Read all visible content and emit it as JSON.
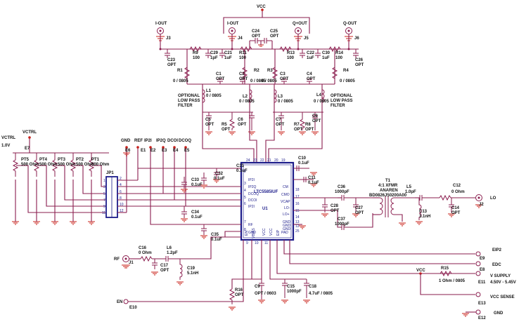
{
  "nets": {
    "vcc_top": "VCC",
    "vcc_right": "VCC"
  },
  "connectors": {
    "j3": {
      "name": "I-OUT",
      "ref": "J3"
    },
    "j4": {
      "name": "I-OUT",
      "ref": "J4"
    },
    "j5": {
      "name": "Q+OUT",
      "ref": "J5"
    },
    "j6": {
      "name": "Q-OUT",
      "ref": "J6"
    },
    "j1": {
      "name": "RF",
      "ref": "J1"
    },
    "j2": {
      "name": "LO",
      "ref": "J2"
    }
  },
  "vctrl": {
    "name": "VCTRL",
    "value": "1.0V",
    "ref": "E7"
  },
  "testpoints": [
    {
      "name": "GND",
      "ref": "E6"
    },
    {
      "name": "REF",
      "ref": "E1"
    },
    {
      "name": "IP2I",
      "ref": "E2"
    },
    {
      "name": "IP2Q",
      "ref": "E3"
    },
    {
      "name": "DCOI",
      "ref": "E4"
    },
    {
      "name": "DCOQ",
      "ref": "E5"
    }
  ],
  "pots": [
    {
      "ref": "PT5",
      "val": "500 Ohm"
    },
    {
      "ref": "PT4",
      "val": "500 Ohm"
    },
    {
      "ref": "PT3",
      "val": "500 Ohm"
    },
    {
      "ref": "PT2",
      "val": "500 Ohm"
    },
    {
      "ref": "PT1",
      "val": "500 Ohm"
    }
  ],
  "jp1": {
    "ref": "JP1",
    "pins": [
      "1",
      "3",
      "5",
      "7",
      "9",
      "11",
      "2",
      "4",
      "6",
      "8",
      "10",
      "12"
    ]
  },
  "ic": {
    "ref": "U1",
    "part": "LTC5585IUF",
    "pins_left": [
      "IP2I",
      "IP2Q",
      "DCOQ",
      "DCOI",
      "IP2I",
      "RF",
      "GND"
    ],
    "pins_right": [
      "CM",
      "CMO",
      "VCAP",
      "LO-",
      "LO+",
      "GND",
      "GND",
      "GND",
      "PAD"
    ],
    "pins_bottom": [
      "EN",
      "VBIAS",
      "VCC",
      "VCC",
      "EIP"
    ],
    "pin_numbers_left": [
      "2",
      "3",
      "4",
      "5",
      "6",
      "7",
      "8"
    ],
    "pin_numbers_right": [
      "18",
      "17",
      "16",
      "15",
      "14",
      "13",
      "12",
      "25"
    ],
    "pin_numbers_bottom": [
      "9",
      "10",
      "11"
    ],
    "pin_numbers_top": [
      "24",
      "23",
      "22",
      "21",
      "20",
      "19"
    ]
  },
  "transformer": {
    "ref": "T1",
    "ratio": "4:1 XFMR",
    "maker": "ANAREN",
    "part": "BD0826J50200A00"
  },
  "labels": {
    "optional_filter_left": [
      "OPTIONAL",
      "LOW PASS",
      "FILTER"
    ],
    "optional_filter_right": [
      "OPTIONAL",
      "LOW PASS",
      "FILTER"
    ],
    "eip2": "EIP2",
    "eip2_ref": "E9",
    "edc": "EDC",
    "edc_ref": "E8",
    "vsupply": "V SUPPLY",
    "vsupply_range": "4.50V - 5.45V",
    "vsupply_ref": "E11",
    "vccsense": "VCC SENSE",
    "vccsense_ref": "E13",
    "gnd": "GND",
    "gnd_ref": "E12",
    "en": "EN",
    "en_ref": "E10"
  },
  "parts": [
    {
      "ref": "R9",
      "val": "100"
    },
    {
      "ref": "C29",
      "val": "1pF"
    },
    {
      "ref": "C21",
      "val": "1uF"
    },
    {
      "ref": "R11",
      "val": "100"
    },
    {
      "ref": "C24",
      "val": "OPT"
    },
    {
      "ref": "C25",
      "val": "OPT"
    },
    {
      "ref": "R13",
      "val": "100"
    },
    {
      "ref": "C22",
      "val": "1uF"
    },
    {
      "ref": "C30",
      "val": "1uF"
    },
    {
      "ref": "R14",
      "val": "100"
    },
    {
      "ref": "C23",
      "val": "OPT"
    },
    {
      "ref": "C26",
      "val": "OPT"
    },
    {
      "ref": "R1",
      "val": "0 / 0805"
    },
    {
      "ref": "R2",
      "val": "0 / 0805"
    },
    {
      "ref": "R3",
      "val": "0 / 0805"
    },
    {
      "ref": "R4",
      "val": "0 / 0805"
    },
    {
      "ref": "C1",
      "val": "OPT"
    },
    {
      "ref": "C2",
      "val": "OPT"
    },
    {
      "ref": "C3",
      "val": "OPT"
    },
    {
      "ref": "C4",
      "val": "OPT"
    },
    {
      "ref": "L1",
      "val": "0 / 0805"
    },
    {
      "ref": "L2",
      "val": "0 / 0805"
    },
    {
      "ref": "L3",
      "val": "0 / 0805"
    },
    {
      "ref": "L4",
      "val": "0 / 0805"
    },
    {
      "ref": "C5",
      "val": "OPT"
    },
    {
      "ref": "R5",
      "val": "OPT"
    },
    {
      "ref": "C6",
      "val": "OPT"
    },
    {
      "ref": "C7",
      "val": "OPT"
    },
    {
      "ref": "R7",
      "val": "OPT"
    },
    {
      "ref": "R8",
      "val": "OPT"
    },
    {
      "ref": "C8",
      "val": "OPT"
    },
    {
      "ref": "C10",
      "val": "0.1uF"
    },
    {
      "ref": "C11",
      "val": "0.1uF"
    },
    {
      "ref": "C31",
      "val": "0.1uF"
    },
    {
      "ref": "C32",
      "val": "0.1uF"
    },
    {
      "ref": "C33",
      "val": "0.1uF"
    },
    {
      "ref": "C34",
      "val": "0.1uF"
    },
    {
      "ref": "C35",
      "val": "0.1uF"
    },
    {
      "ref": "C36",
      "val": "1000pF"
    },
    {
      "ref": "C37",
      "val": "1000pF"
    },
    {
      "ref": "C28",
      "val": "OPT"
    },
    {
      "ref": "C27",
      "val": "OPT"
    },
    {
      "ref": "L5",
      "val": "1.0pF"
    },
    {
      "ref": "C12",
      "val": "0 Ohm"
    },
    {
      "ref": "C13",
      "val": "3.1nH"
    },
    {
      "ref": "C14",
      "val": "OPT"
    },
    {
      "ref": "C16",
      "val": "0 Ohm"
    },
    {
      "ref": "L6",
      "val": "1.2pF"
    },
    {
      "ref": "C17",
      "val": "OPT"
    },
    {
      "ref": "C19",
      "val": "5.1nH"
    },
    {
      "ref": "R16",
      "val": "OPT"
    },
    {
      "ref": "C9",
      "val": "OPT / 0603"
    },
    {
      "ref": "C15",
      "val": "1000pF"
    },
    {
      "ref": "C18",
      "val": "4.7uF / 0805"
    },
    {
      "ref": "R15",
      "val": "1 Ohm / 0805"
    }
  ]
}
